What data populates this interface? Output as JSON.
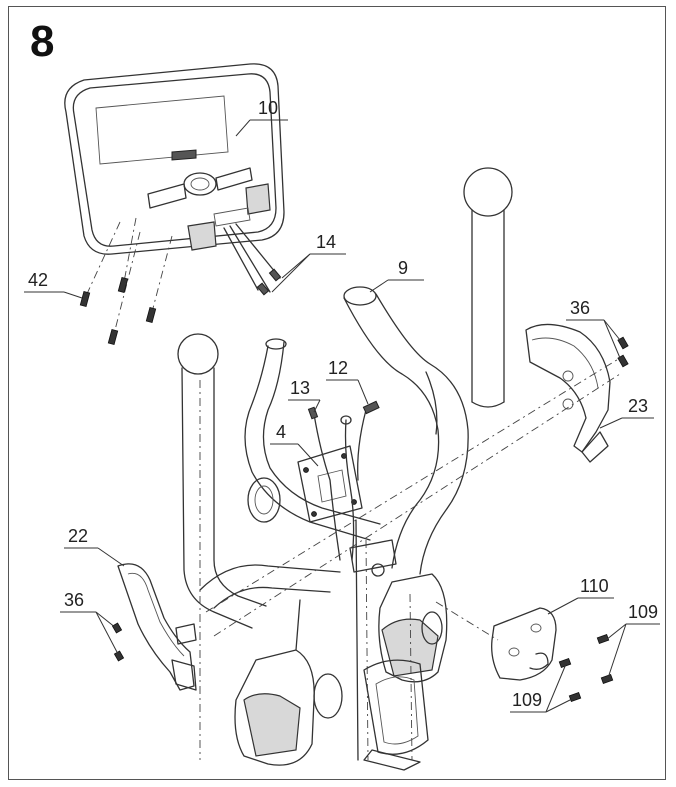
{
  "step_number": "8",
  "callouts": {
    "c10": "10",
    "c14": "14",
    "c42": "42",
    "c9": "9",
    "c36a": "36",
    "c23": "23",
    "c13": "13",
    "c12": "12",
    "c4": "4",
    "c22": "22",
    "c36b": "36",
    "c110": "110",
    "c109a": "109",
    "c109b": "109"
  },
  "colors": {
    "line": "#333333",
    "frame": "#555555",
    "background": "#ffffff"
  }
}
